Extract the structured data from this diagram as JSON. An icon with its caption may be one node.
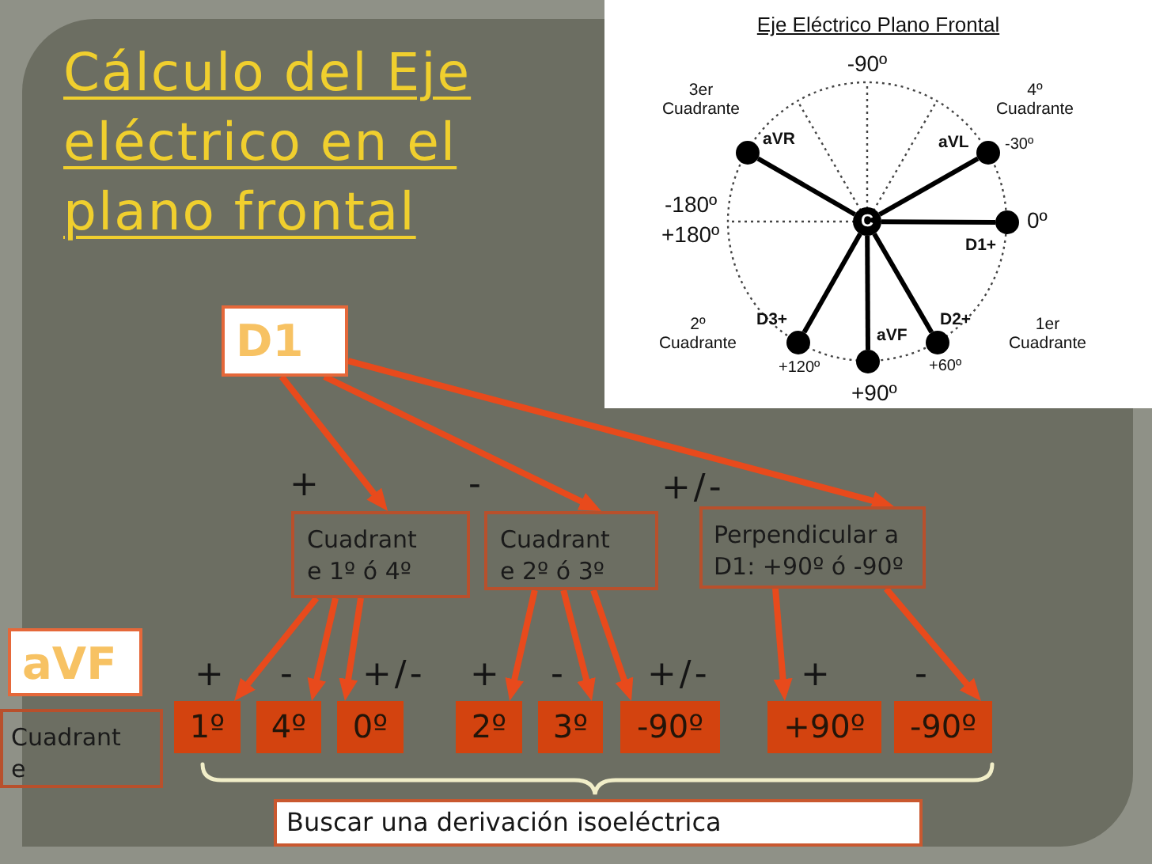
{
  "diagram": {
    "title": "Cálculo del Eje eléctrico en el plano frontal",
    "nodes": [
      {
        "text": [
          "Eje Eléctrico Plano Frontal"
        ]
      },
      {
        "text": [],
        "shape": "circle",
        "in": 0,
        "beside": [
          "aVR"
        ]
      },
      {
        "text": [],
        "shape": "circle",
        "in": 0,
        "beside": [
          "aVL",
          "-30º"
        ]
      },
      {
        "text": [
          "C"
        ],
        "in": 0
      },
      {
        "text": [],
        "shape": "circle",
        "in": 0,
        "beside": [
          "0º",
          "D1+"
        ]
      },
      {
        "text": [],
        "shape": "circle",
        "in": 0,
        "beside": [
          "D3+",
          "+120º"
        ]
      },
      {
        "text": [],
        "shape": "circle",
        "in": 0,
        "beside": [
          "aVF",
          "+90º"
        ]
      },
      {
        "text": [],
        "shape": "circle",
        "in": 0,
        "beside": [
          "D2+",
          "+60º"
        ]
      },
      {
        "text": [
          "D1"
        ]
      },
      {
        "text": [
          "Cuadrant e 1º ó 4º"
        ]
      },
      {
        "text": [
          "Cuadrant e 2º ó 3º"
        ]
      },
      {
        "text": [
          "Perpendicular a D1: +90º ó -90º"
        ]
      },
      {
        "text": [
          "aVF"
        ]
      },
      {
        "text": [
          "Cuadrant e"
        ]
      },
      {
        "text": [
          "1º"
        ]
      },
      {
        "text": [
          "4º"
        ]
      },
      {
        "text": [
          "0º"
        ]
      },
      {
        "text": [
          "2º"
        ]
      },
      {
        "text": [
          "3º"
        ]
      },
      {
        "text": [
          "-90º"
        ]
      },
      {
        "text": [
          "+90º"
        ]
      },
      {
        "text": [
          "-90º"
        ]
      },
      {
        "text": [
          "Buscar una derivación isoeléctrica"
        ]
      }
    ],
    "edges": [
      {
        "from": 3,
        "to": 1,
        "arrow": "none",
        "color": "#000000"
      },
      {
        "from": 3,
        "to": 2,
        "arrow": "none",
        "color": "#000000"
      },
      {
        "from": 3,
        "to": 4,
        "arrow": "none",
        "color": "#000000"
      },
      {
        "from": 3,
        "to": 5,
        "arrow": "none",
        "color": "#000000"
      },
      {
        "from": 3,
        "to": 6,
        "arrow": "none",
        "color": "#000000"
      },
      {
        "from": 3,
        "to": 7,
        "arrow": "none",
        "color": "#000000"
      },
      {
        "from": 8,
        "to": 9,
        "arrow": "to",
        "label": "+"
      },
      {
        "from": 8,
        "to": 10,
        "arrow": "to",
        "label": "-"
      },
      {
        "from": 8,
        "to": 11,
        "arrow": "to",
        "label": "+/-"
      },
      {
        "from": 9,
        "to": 14,
        "arrow": "to",
        "label": "+"
      },
      {
        "from": 9,
        "to": 15,
        "arrow": "to",
        "label": "-"
      },
      {
        "from": 9,
        "to": 16,
        "arrow": "to",
        "label": "+/-"
      },
      {
        "from": 10,
        "to": 17,
        "arrow": "to",
        "label": "+"
      },
      {
        "from": 10,
        "to": 18,
        "arrow": "to",
        "label": "-"
      },
      {
        "from": 10,
        "to": 19,
        "arrow": "to",
        "label": "+/-"
      },
      {
        "from": 11,
        "to": 20,
        "arrow": "to",
        "label": "+"
      },
      {
        "from": 11,
        "to": 21,
        "arrow": "to",
        "label": "-"
      }
    ],
    "labels": [
      "-90º",
      "3er Cuadrante",
      "4º Cuadrante",
      "-180º",
      "+180º",
      "2º Cuadrante",
      "1er Cuadrante"
    ]
  }
}
